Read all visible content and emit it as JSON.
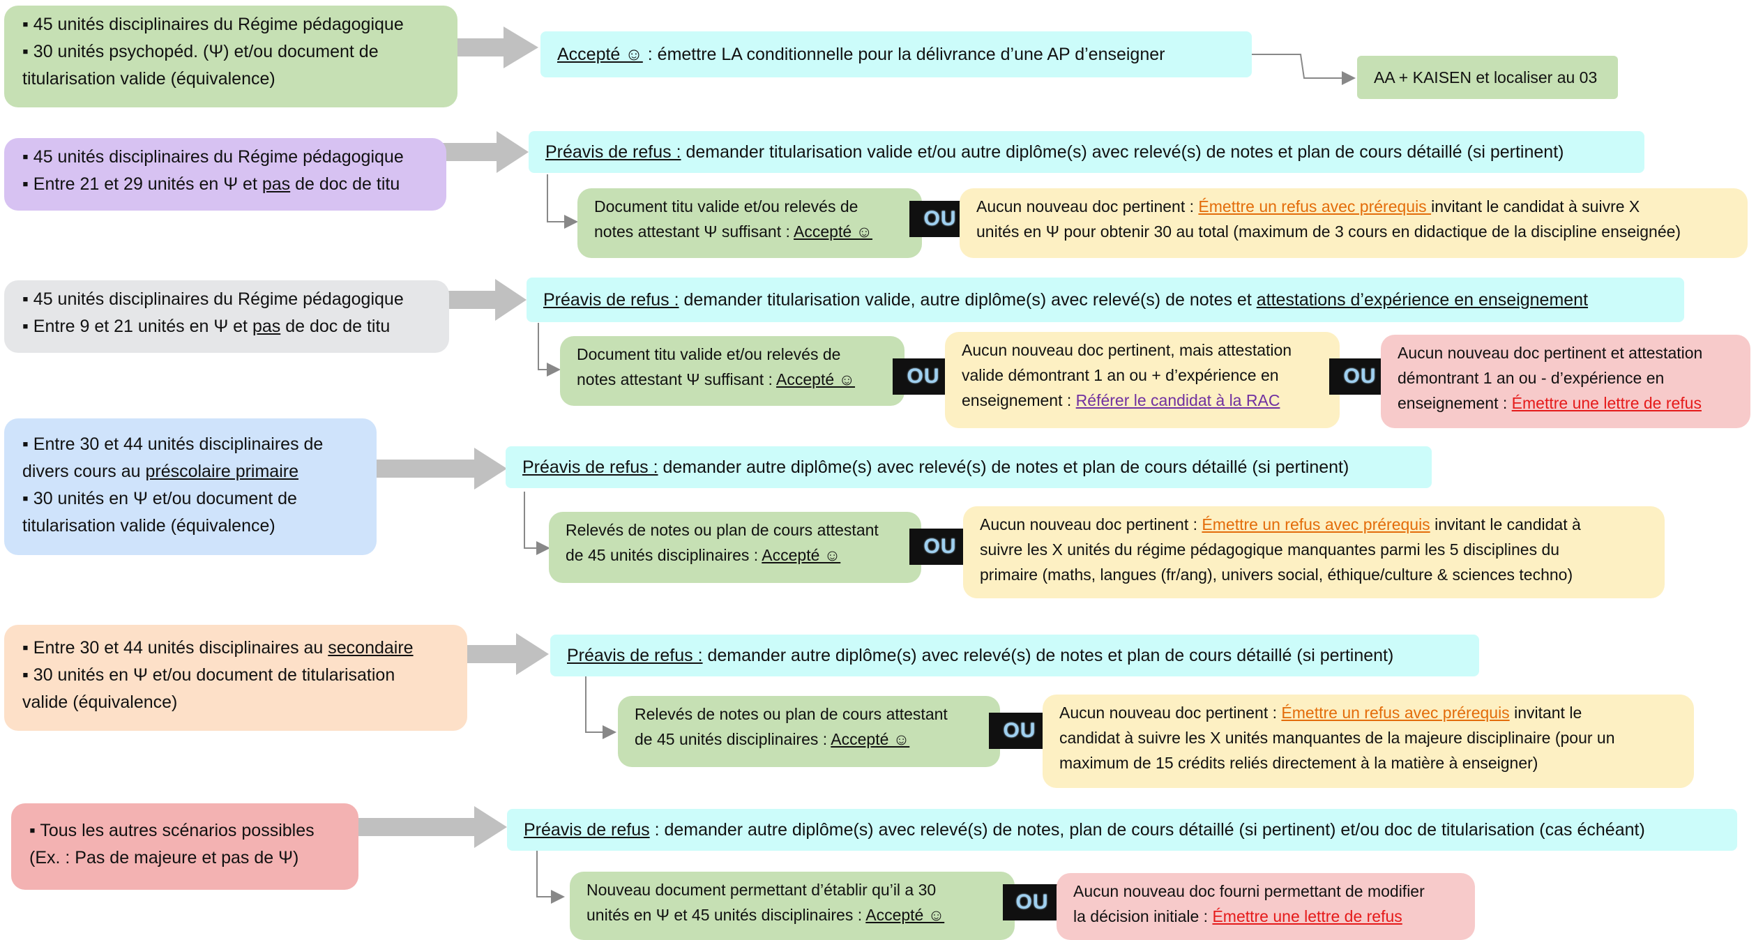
{
  "colors": {
    "green": "#c6e0b4",
    "purple": "#d7c2f2",
    "gray": "#e5e6e8",
    "blue": "#cfe3fb",
    "peach": "#fde0c8",
    "pink": "#f3b2b2",
    "teal": "#ccfcfa",
    "yellow": "#fdf0c3",
    "red_box": "#f7caca",
    "arrow": "#c0c0c0",
    "ou_bg": "#101010"
  },
  "ou_label": "OU",
  "rows": [
    {
      "criteria": [
        "▪ 45 unités disciplinaires du Régime pédagogique",
        "▪ 30 unités psychopéd. (Ψ) et/ou document de",
        "titularisation valide (équivalence)"
      ],
      "result_head": "Accepté ☺",
      "result_sep": " :",
      "result_text": " émettre LA conditionnelle pour la délivrance d’une AP d’enseigner",
      "followup": "AA + KAISEN et localiser au 03"
    },
    {
      "criteria_1": "▪ 45 unités disciplinaires du Régime pédagogique",
      "criteria_2_a": "▪ Entre 21 et 29 unités en Ψ et ",
      "criteria_2_u": "pas",
      "criteria_2_b": " de doc de titu",
      "preavis_head": "Préavis de refus :",
      "preavis_text": " demander titularisation valide et/ou autre diplôme(s) avec relevé(s) de notes et plan de cours détaillé (si pertinent)",
      "green_1": "Document titu valide et/ou relevés de",
      "green_2a": "notes attestant Ψ suffisant : ",
      "green_2u": "Accepté ☺",
      "yellow_1a": "Aucun nouveau doc pertinent : ",
      "yellow_link": "Émettre un refus avec prérequis ",
      "yellow_1b": "invitant le candidat à suivre X",
      "yellow_2": "unités en Ψ pour obtenir 30 au total (maximum de 3 cours en didactique de la discipline enseignée)"
    },
    {
      "criteria_1": "▪ 45 unités disciplinaires du Régime pédagogique",
      "criteria_2_a": "▪ Entre 9 et 21 unités en Ψ et ",
      "criteria_2_u": "pas",
      "criteria_2_b": " de doc de titu",
      "preavis_head": "Préavis de refus :",
      "preavis_text": " demander titularisation valide, autre diplôme(s) avec relevé(s) de notes et ",
      "preavis_u": "attestations d’expérience en enseignement",
      "green_1": "Document titu valide et/ou relevés de",
      "green_2a": "notes attestant Ψ suffisant : ",
      "green_2u": "Accepté ☺",
      "yellow_1": "Aucun nouveau doc pertinent, mais attestation",
      "yellow_2": "valide démontrant 1 an ou + d’expérience en",
      "yellow_3a": "enseignement : ",
      "yellow_link": "Référer le candidat à la RAC",
      "red_1": "Aucun nouveau doc pertinent et attestation",
      "red_2": "démontrant 1 an ou - d’expérience en",
      "red_3a": "enseignement : ",
      "red_link": "Émettre une lettre de refus"
    },
    {
      "criteria_1": "▪ Entre 30 et 44 unités disciplinaires de",
      "criteria_2_a": "divers cours au ",
      "criteria_2_u": "préscolaire primaire",
      "criteria_3": "▪ 30 unités en Ψ et/ou document de",
      "criteria_4": "titularisation valide (équivalence)",
      "preavis_head": "Préavis de refus :",
      "preavis_text": " demander autre diplôme(s) avec relevé(s) de notes et plan de cours détaillé (si pertinent)",
      "green_1": "Relevés de notes ou plan de cours attestant",
      "green_2a": "de 45 unités disciplinaires : ",
      "green_2u": "Accepté ☺",
      "yellow_1a": "Aucun nouveau doc pertinent : ",
      "yellow_link": "Émettre un refus avec prérequis",
      "yellow_1b": " invitant le candidat à",
      "yellow_2": "suivre les X unités du régime pédagogique manquantes parmi les 5 disciplines du",
      "yellow_3": "primaire (maths, langues (fr/ang), univers social, éthique/culture & sciences techno)"
    },
    {
      "criteria_1_a": "▪ Entre 30 et 44 unités disciplinaires au ",
      "criteria_1_u": "secondaire",
      "criteria_2": "▪ 30 unités en Ψ et/ou document de titularisation",
      "criteria_3": "valide (équivalence)",
      "preavis_head": "Préavis de refus :",
      "preavis_text": " demander autre diplôme(s) avec relevé(s) de notes et plan de cours détaillé (si pertinent)",
      "green_1": "Relevés de notes ou plan de cours attestant",
      "green_2a": "de 45 unités disciplinaires : ",
      "green_2u": "Accepté ☺",
      "yellow_1a": "Aucun nouveau doc pertinent : ",
      "yellow_link": "Émettre un refus avec prérequis",
      "yellow_1b": " invitant le",
      "yellow_2": "candidat à suivre les X unités manquantes de la majeure disciplinaire (pour un",
      "yellow_3": "maximum de 15 crédits reliés directement à la matière à enseigner)"
    },
    {
      "criteria_1": "▪ Tous les autres scénarios possibles",
      "criteria_2": "(Ex. : Pas de majeure et pas de Ψ)",
      "preavis_head": "Préavis de refus",
      "preavis_text": " : demander autre diplôme(s) avec relevé(s) de notes, plan de cours détaillé (si pertinent) et/ou doc de titularisation (cas échéant)",
      "green_1": "Nouveau document permettant d’établir qu’il a 30",
      "green_2a": "unités en Ψ et 45 unités disciplinaires : ",
      "green_2u": "Accepté ☺",
      "red_1": "Aucun nouveau doc fourni permettant de modifier",
      "red_2a": "la décision initiale : ",
      "red_link": "Émettre une lettre de refus"
    }
  ]
}
